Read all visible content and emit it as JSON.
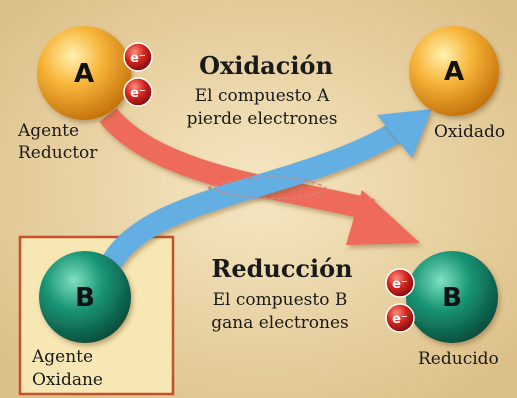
{
  "oxidation": {
    "title": "Oxidación",
    "line1": "El compuesto A",
    "line2": "pierde electrones"
  },
  "reduction": {
    "title": "Reducción",
    "line1": "El compuesto B",
    "line2": "gana electrones"
  },
  "molecule_a": {
    "symbol": "A",
    "label_line1": "Agente",
    "label_line2": "Reductor",
    "result_label": "Oxidado"
  },
  "molecule_b": {
    "symbol": "B",
    "label_line1": "Agente",
    "label_line2": "Oxidane",
    "result_label": "Reducido"
  },
  "electron": {
    "symbol": "e⁻"
  },
  "colors": {
    "background": "#e9d5a5",
    "sphere_a": "#f4a321",
    "sphere_b": "#17896c",
    "electron": "#cc1f1f",
    "arrow_red": "#ee6a5a",
    "arrow_blue": "#64aee2",
    "box_border": "#c4502c",
    "box_fill": "#f7e7b4"
  }
}
